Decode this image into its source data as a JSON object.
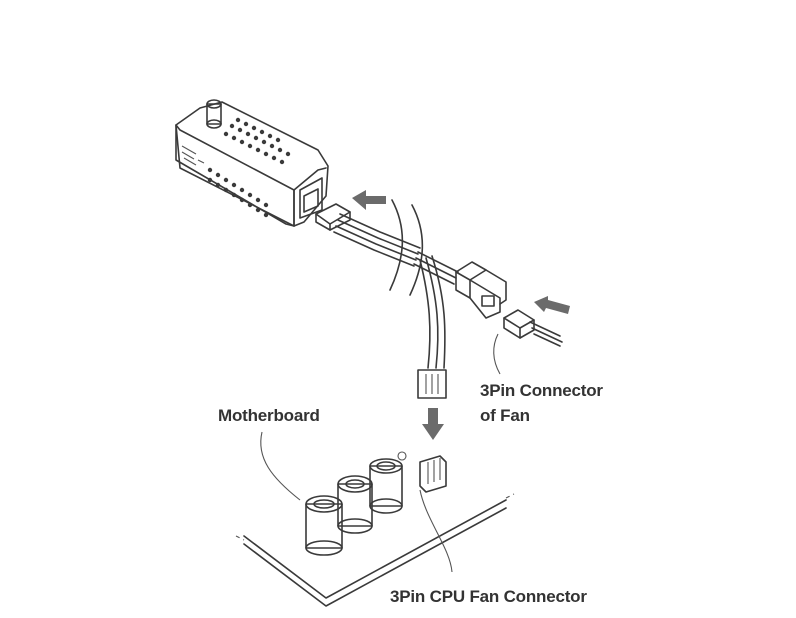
{
  "labels": {
    "connector_fan_line1": "3Pin Connector",
    "connector_fan_line2": "of Fan",
    "motherboard": "Motherboard",
    "cpu_fan_connector": "3Pin CPU Fan Connector"
  },
  "colors": {
    "line": "#3a3a3a",
    "arrow": "#6b6b6b",
    "text": "#333333",
    "background": "#ffffff"
  }
}
